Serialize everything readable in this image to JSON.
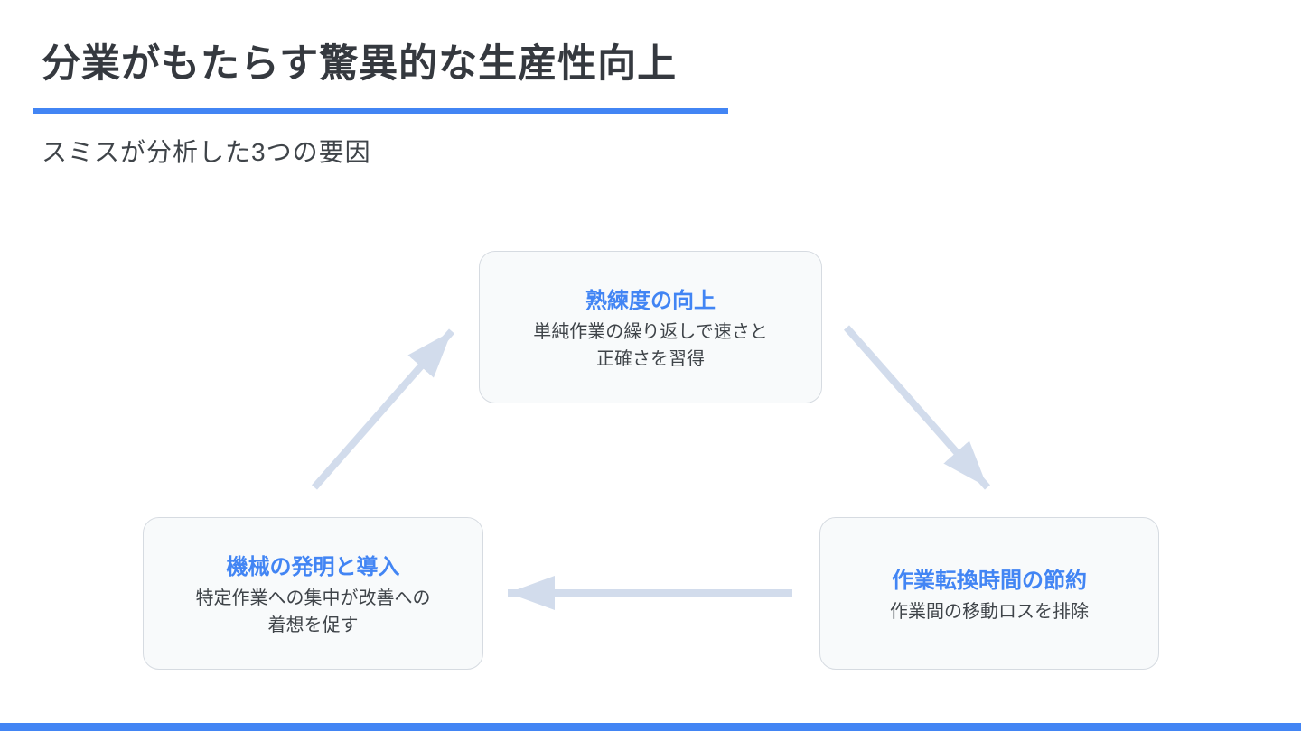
{
  "slide": {
    "title": "分業がもたらす驚異的な生産性向上",
    "subtitle": "スミスが分析した3つの要因",
    "colors": {
      "accent": "#4285f4",
      "arrow": "#d2dcec",
      "node_bg": "#f8fafb",
      "node_border": "#d6dbe1",
      "title_text": "#35393f",
      "body_text": "#3f4449"
    }
  },
  "diagram": {
    "type": "cycle",
    "nodes": {
      "top": {
        "title": "熟練度の向上",
        "body_lines": [
          "単純作業の繰り返しで速さと",
          "正確さを習得"
        ]
      },
      "right": {
        "title": "作業転換時間の節約",
        "body_lines": [
          "作業間の移動ロスを排除"
        ]
      },
      "left": {
        "title": "機械の発明と導入",
        "body_lines": [
          "特定作業への集中が改善への",
          "着想を促す"
        ]
      }
    },
    "arrows": [
      {
        "name": "top-to-right"
      },
      {
        "name": "right-to-left"
      },
      {
        "name": "left-to-top"
      }
    ]
  }
}
